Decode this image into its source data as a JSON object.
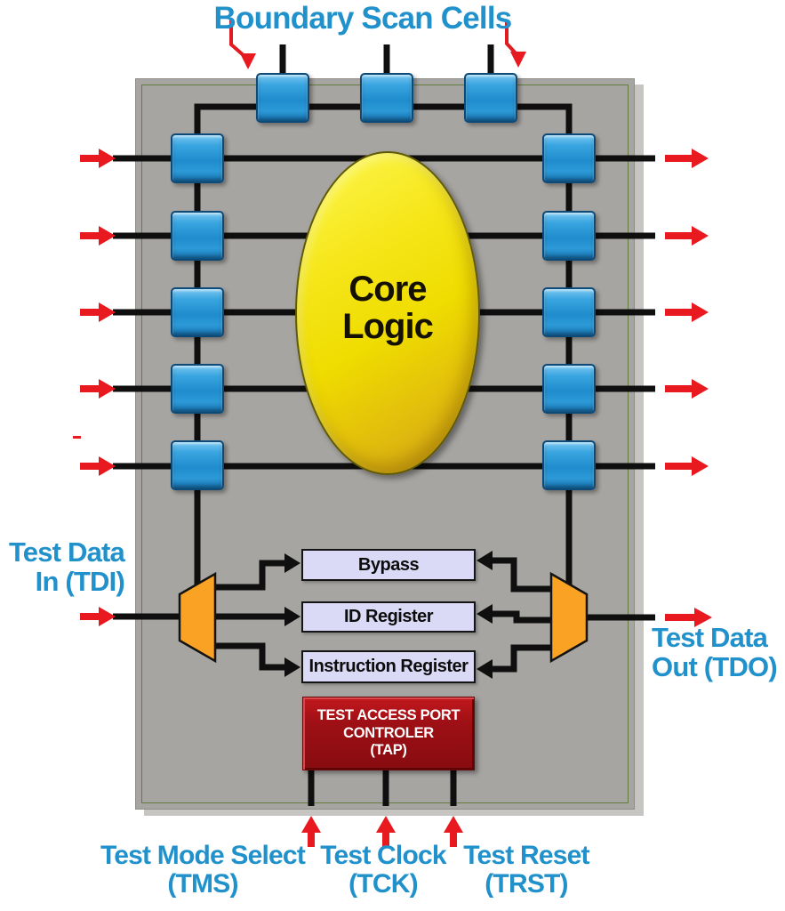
{
  "title": "Boundary Scan Cells",
  "core_logic": {
    "line1": "Core",
    "line2": "Logic"
  },
  "registers": {
    "bypass": "Bypass",
    "id": "ID Register",
    "instruction": "Instruction Register"
  },
  "tap": {
    "line1": "TEST ACCESS PORT",
    "line2": "CONTROLER",
    "line3": "(TAP)"
  },
  "ports": {
    "tdi": {
      "line1": "Test Data",
      "line2": "In (TDI)"
    },
    "tdo": {
      "line1": "Test Data",
      "line2": "Out (TDO)"
    },
    "tms": {
      "line1": "Test Mode Select",
      "line2": "(TMS)"
    },
    "tck": {
      "line1": "Test Clock",
      "line2": "(TCK)"
    },
    "trst": {
      "line1": "Test Reset",
      "line2": "(TRST)"
    }
  },
  "colors": {
    "label_blue": "#2191cb",
    "arrow_red": "#e8191f",
    "cell_blue": "#2196d6",
    "mux_orange": "#f9a223",
    "core_yellow": "#efdc00",
    "register_lavender": "#dbdaf6",
    "tap_red": "#9e1015",
    "chip_gray": "#a7a5a2",
    "chip_border_green": "#637c40",
    "line_black": "#0f0f0f"
  }
}
